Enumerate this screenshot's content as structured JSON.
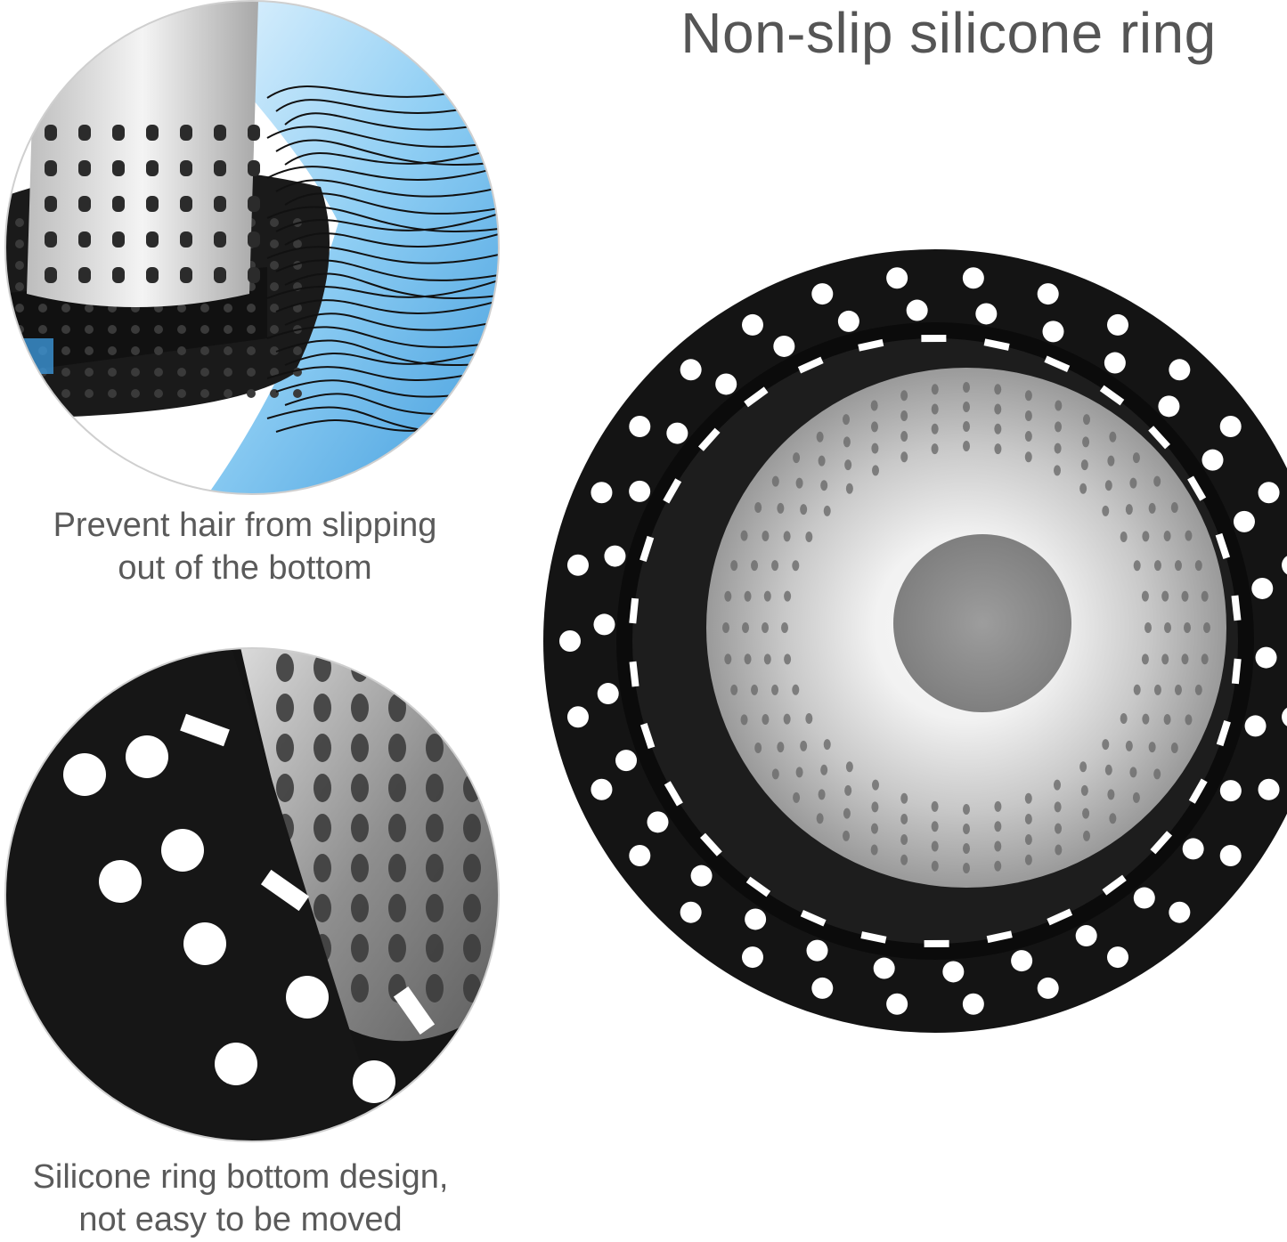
{
  "headline": "Non-slip silicone ring",
  "captions": {
    "top_line1": "Prevent hair from slipping",
    "top_line2": "out of the bottom",
    "bottom_line1": "Silicone ring bottom design,",
    "bottom_line2": "not easy to be moved"
  },
  "colors": {
    "rubber": "#141414",
    "steel_light": "#d9d9d9",
    "steel_dark": "#8a8a8a",
    "water_blue": "#2e9be0",
    "text": "#5a5a5a"
  }
}
